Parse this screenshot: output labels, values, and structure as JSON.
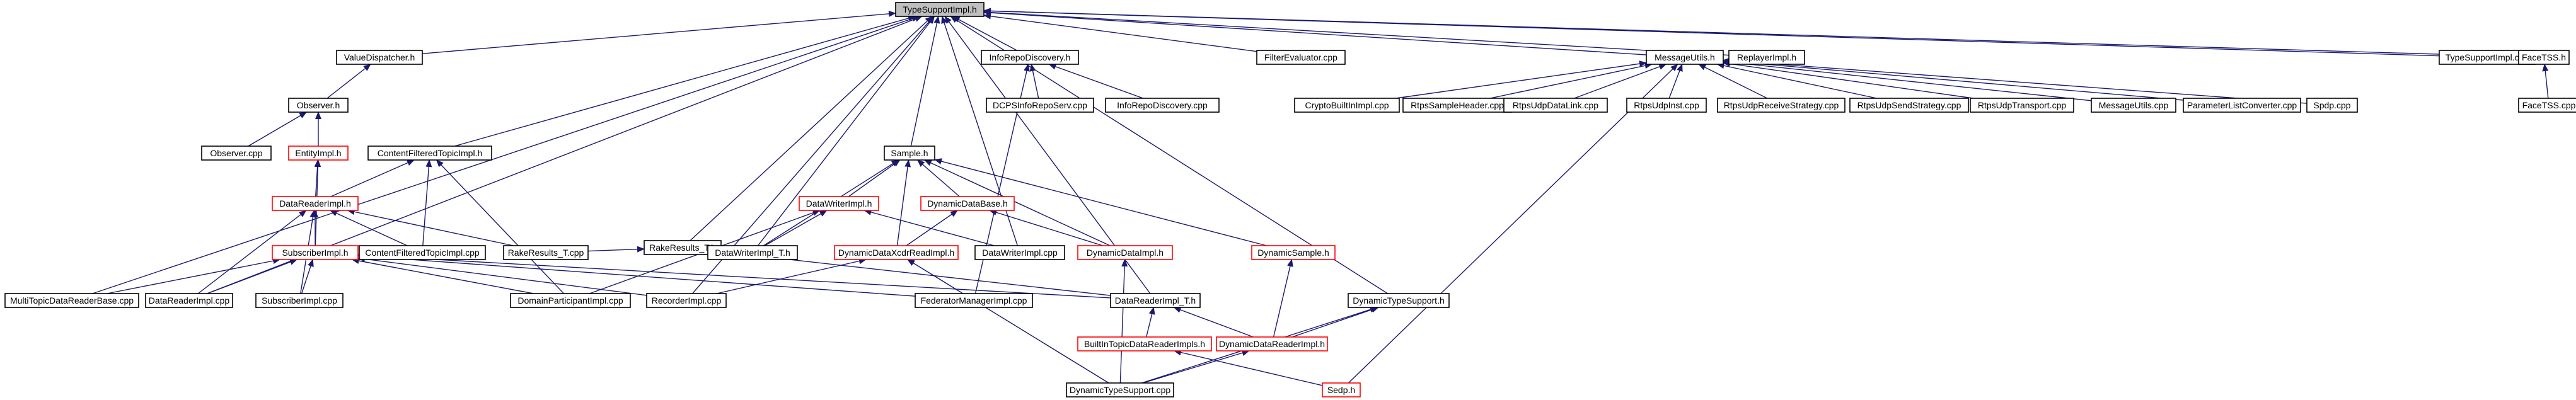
{
  "graph": {
    "title": "",
    "colors": {
      "edge": "#191970",
      "border_file": "#000000",
      "border_truncated": "#ff0000",
      "root_fill": "#bfbfbf"
    },
    "nodes": {
      "typesupportimpl_h": {
        "label": "TypeSupportImpl.h",
        "root": true
      },
      "valuedispatcher_h": {
        "label": "ValueDispatcher.h"
      },
      "inforepodiscovery_h": {
        "label": "InfoRepoDiscovery.h"
      },
      "filterevaluator_cpp": {
        "label": "FilterEvaluator.cpp"
      },
      "messageutils_h": {
        "label": "MessageUtils.h"
      },
      "replayerimpl_h": {
        "label": "ReplayerImpl.h"
      },
      "typesupportimpl_cpp": {
        "label": "TypeSupportImpl.cpp"
      },
      "facetss_h": {
        "label": "FaceTSS.h"
      },
      "observer_h": {
        "label": "Observer.h"
      },
      "dcpsinforeposerv_cpp": {
        "label": "DCPSInfoRepoServ.cpp"
      },
      "inforepodiscovery_cpp": {
        "label": "InfoRepoDiscovery.cpp"
      },
      "cryptobuiltinimpl_cpp": {
        "label": "CryptoBuiltInImpl.cpp"
      },
      "rtpssampleheader_cpp": {
        "label": "RtpsSampleHeader.cpp"
      },
      "rtpsudpdatalink_cpp": {
        "label": "RtpsUdpDataLink.cpp"
      },
      "rtpsudpinst_cpp": {
        "label": "RtpsUdpInst.cpp"
      },
      "rtpsudpreceivestrategy_cpp": {
        "label": "RtpsUdpReceiveStrategy.cpp"
      },
      "rtpsudpsendstrategy_cpp": {
        "label": "RtpsUdpSendStrategy.cpp"
      },
      "rtpsudptransport_cpp": {
        "label": "RtpsUdpTransport.cpp"
      },
      "messageutils_cpp": {
        "label": "MessageUtils.cpp"
      },
      "parameterlistconverter_cpp": {
        "label": "ParameterListConverter.cpp"
      },
      "spdp_cpp": {
        "label": "Spdp.cpp"
      },
      "facetss_cpp": {
        "label": "FaceTSS.cpp"
      },
      "observer_cpp": {
        "label": "Observer.cpp"
      },
      "entityimpl_h": {
        "label": "EntityImpl.h",
        "truncated": true
      },
      "contentfilteredtopicimpl_h": {
        "label": "ContentFilteredTopicImpl.h"
      },
      "sample_h": {
        "label": "Sample.h"
      },
      "datareaderimpl_h": {
        "label": "DataReaderImpl.h",
        "truncated": true
      },
      "rakeresults_t_h": {
        "label": "RakeResults_T.h"
      },
      "datawriterimpl_h": {
        "label": "DataWriterImpl.h",
        "truncated": true
      },
      "dynamicdatabase_h": {
        "label": "DynamicDataBase.h",
        "truncated": true
      },
      "subscriberimpl_h": {
        "label": "SubscriberImpl.h",
        "truncated": true
      },
      "contentfilteredtopicimpl_cpp": {
        "label": "ContentFilteredTopicImpl.cpp"
      },
      "rakeresults_t_cpp": {
        "label": "RakeResults_T.cpp"
      },
      "datawriterimpl_t_h": {
        "label": "DataWriterImpl_T.h"
      },
      "dynamicdataxcdrreadimpl_h": {
        "label": "DynamicDataXcdrReadImpl.h",
        "truncated": true
      },
      "datawriterimpl_cpp": {
        "label": "DataWriterImpl.cpp"
      },
      "dynamicdataimpl_h": {
        "label": "DynamicDataImpl.h",
        "truncated": true
      },
      "dynamicsample_h": {
        "label": "DynamicSample.h",
        "truncated": true
      },
      "multitopicdatareaderbase_cpp": {
        "label": "MultiTopicDataReaderBase.cpp"
      },
      "datareaderimpl_cpp": {
        "label": "DataReaderImpl.cpp"
      },
      "subscriberimpl_cpp": {
        "label": "SubscriberImpl.cpp"
      },
      "domainparticipantimpl_cpp": {
        "label": "DomainParticipantImpl.cpp"
      },
      "recorderimpl_cpp": {
        "label": "RecorderImpl.cpp"
      },
      "federatormanagerimpl_cpp": {
        "label": "FederatorManagerImpl.cpp"
      },
      "datareaderimpl_t_h": {
        "label": "DataReaderImpl_T.h"
      },
      "dynamictypesupport_h": {
        "label": "DynamicTypeSupport.h"
      },
      "builtintopicdatareaderimpls_h": {
        "label": "BuiltInTopicDataReaderImpls.h",
        "truncated": true
      },
      "dynamicdatareaderimpl_h": {
        "label": "DynamicDataReaderImpl.h",
        "truncated": true
      },
      "dynamictypesupport_cpp": {
        "label": "DynamicTypeSupport.cpp"
      },
      "sedp_h": {
        "label": "Sedp.h",
        "truncated": true
      }
    },
    "edges": [
      [
        "valuedispatcher_h",
        "typesupportimpl_h"
      ],
      [
        "inforepodiscovery_h",
        "typesupportimpl_h"
      ],
      [
        "filterevaluator_cpp",
        "typesupportimpl_h"
      ],
      [
        "messageutils_h",
        "typesupportimpl_h"
      ],
      [
        "replayerimpl_h",
        "typesupportimpl_h"
      ],
      [
        "typesupportimpl_cpp",
        "typesupportimpl_h"
      ],
      [
        "facetss_h",
        "typesupportimpl_h"
      ],
      [
        "contentfilteredtopicimpl_h",
        "typesupportimpl_h"
      ],
      [
        "sample_h",
        "typesupportimpl_h"
      ],
      [
        "rakeresults_t_h",
        "typesupportimpl_h"
      ],
      [
        "datawriterimpl_t_h",
        "typesupportimpl_h"
      ],
      [
        "datawriterimpl_cpp",
        "typesupportimpl_h"
      ],
      [
        "multitopicdatareaderbase_cpp",
        "typesupportimpl_h"
      ],
      [
        "datareaderimpl_cpp",
        "typesupportimpl_h"
      ],
      [
        "recorderimpl_cpp",
        "typesupportimpl_h"
      ],
      [
        "datareaderimpl_t_h",
        "typesupportimpl_h"
      ],
      [
        "dynamictypesupport_h",
        "typesupportimpl_h"
      ],
      [
        "observer_h",
        "valuedispatcher_h"
      ],
      [
        "observer_cpp",
        "observer_h"
      ],
      [
        "entityimpl_h",
        "observer_h"
      ],
      [
        "datareaderimpl_h",
        "entityimpl_h"
      ],
      [
        "subscriberimpl_h",
        "entityimpl_h"
      ],
      [
        "dcpsinforeposerv_cpp",
        "inforepodiscovery_h"
      ],
      [
        "inforepodiscovery_cpp",
        "inforepodiscovery_h"
      ],
      [
        "federatormanagerimpl_cpp",
        "inforepodiscovery_h"
      ],
      [
        "cryptobuiltinimpl_cpp",
        "messageutils_h"
      ],
      [
        "rtpssampleheader_cpp",
        "messageutils_h"
      ],
      [
        "rtpsudpdatalink_cpp",
        "messageutils_h"
      ],
      [
        "rtpsudpinst_cpp",
        "messageutils_h"
      ],
      [
        "rtpsudpreceivestrategy_cpp",
        "messageutils_h"
      ],
      [
        "rtpsudpsendstrategy_cpp",
        "messageutils_h"
      ],
      [
        "rtpsudptransport_cpp",
        "messageutils_h"
      ],
      [
        "messageutils_cpp",
        "messageutils_h"
      ],
      [
        "parameterlistconverter_cpp",
        "messageutils_h"
      ],
      [
        "spdp_cpp",
        "messageutils_h"
      ],
      [
        "sedp_h",
        "messageutils_h"
      ],
      [
        "facetss_cpp",
        "facetss_h"
      ],
      [
        "datareaderimpl_h",
        "contentfilteredtopicimpl_h"
      ],
      [
        "contentfilteredtopicimpl_cpp",
        "contentfilteredtopicimpl_h"
      ],
      [
        "domainparticipantimpl_cpp",
        "contentfilteredtopicimpl_h"
      ],
      [
        "datawriterimpl_h",
        "sample_h"
      ],
      [
        "dynamicdatabase_h",
        "sample_h"
      ],
      [
        "dynamicdataimpl_h",
        "sample_h"
      ],
      [
        "dynamicsample_h",
        "sample_h"
      ],
      [
        "datawriterimpl_t_h",
        "sample_h"
      ],
      [
        "dynamicdataxcdrreadimpl_h",
        "sample_h"
      ],
      [
        "subscriberimpl_h",
        "datareaderimpl_h"
      ],
      [
        "contentfilteredtopicimpl_cpp",
        "datareaderimpl_h"
      ],
      [
        "rakeresults_t_cpp",
        "datareaderimpl_h"
      ],
      [
        "datareaderimpl_cpp",
        "datareaderimpl_h"
      ],
      [
        "subscriberimpl_cpp",
        "datareaderimpl_h"
      ],
      [
        "rakeresults_t_cpp",
        "rakeresults_t_h"
      ],
      [
        "datareaderimpl_t_h",
        "rakeresults_t_h"
      ],
      [
        "datawriterimpl_t_h",
        "datawriterimpl_h"
      ],
      [
        "datawriterimpl_cpp",
        "datawriterimpl_h"
      ],
      [
        "domainparticipantimpl_cpp",
        "datawriterimpl_h"
      ],
      [
        "dynamicdataxcdrreadimpl_h",
        "dynamicdatabase_h"
      ],
      [
        "dynamicdataimpl_h",
        "dynamicdatabase_h"
      ],
      [
        "multitopicdatareaderbase_cpp",
        "subscriberimpl_h"
      ],
      [
        "datareaderimpl_cpp",
        "subscriberimpl_h"
      ],
      [
        "subscriberimpl_cpp",
        "subscriberimpl_h"
      ],
      [
        "domainparticipantimpl_cpp",
        "subscriberimpl_h"
      ],
      [
        "recorderimpl_cpp",
        "subscriberimpl_h"
      ],
      [
        "federatormanagerimpl_cpp",
        "subscriberimpl_h"
      ],
      [
        "datareaderimpl_t_h",
        "subscriberimpl_h"
      ],
      [
        "recorderimpl_cpp",
        "dynamicdataxcdrreadimpl_h"
      ],
      [
        "dynamictypesupport_cpp",
        "dynamicdataxcdrreadimpl_h"
      ],
      [
        "dynamictypesupport_cpp",
        "dynamicdataimpl_h"
      ],
      [
        "dynamicdatareaderimpl_h",
        "dynamicsample_h"
      ],
      [
        "builtintopicdatareaderimpls_h",
        "datareaderimpl_t_h"
      ],
      [
        "dynamicdatareaderimpl_h",
        "datareaderimpl_t_h"
      ],
      [
        "dynamicdatareaderimpl_h",
        "dynamictypesupport_h"
      ],
      [
        "dynamictypesupport_cpp",
        "dynamictypesupport_h"
      ],
      [
        "sedp_h",
        "builtintopicdatareaderimpls_h"
      ],
      [
        "dynamictypesupport_cpp",
        "dynamicdatareaderimpl_h"
      ]
    ]
  }
}
